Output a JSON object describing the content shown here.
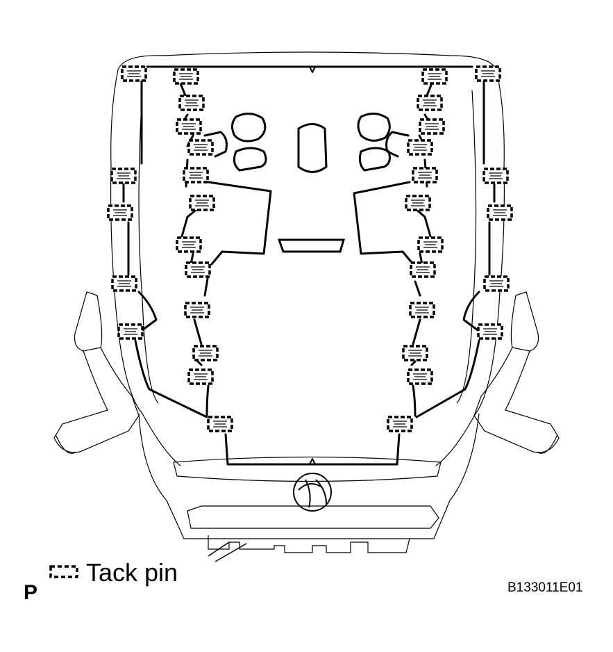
{
  "legend": {
    "label": "Tack pin"
  },
  "view_label": "P",
  "figure_code": "B133011E01"
}
